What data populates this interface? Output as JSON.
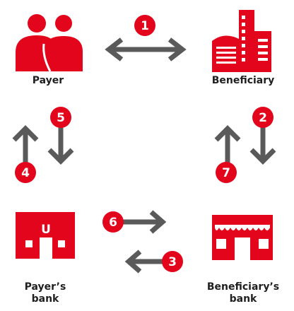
{
  "colors": {
    "brand_red": "#e3051b",
    "arrow_gray": "#5a5a5a",
    "label_text": "#1f1f1f"
  },
  "nodes": {
    "payer": {
      "label": "Payer",
      "icon": "people-icon"
    },
    "beneficiary": {
      "label": "Beneficiary",
      "icon": "buildings-icon"
    },
    "payers_bank": {
      "line1": "Payer’s",
      "line2": "bank",
      "icon": "bank-building-icon"
    },
    "beneficiarys_bank": {
      "line1": "Beneficiary’s",
      "line2": "bank",
      "icon": "storefront-icon"
    }
  },
  "steps": [
    {
      "id": "1",
      "flow": "payer ↔ beneficiary"
    },
    {
      "id": "2",
      "flow": "beneficiary → beneficiary's bank"
    },
    {
      "id": "3",
      "flow": "beneficiary's bank → payer's bank"
    },
    {
      "id": "4",
      "flow": "payer's bank → payer"
    },
    {
      "id": "5",
      "flow": "payer → payer's bank"
    },
    {
      "id": "6",
      "flow": "payer's bank → beneficiary's bank"
    },
    {
      "id": "7",
      "flow": "beneficiary's bank → beneficiary"
    }
  ],
  "bank_logo_letter": "U"
}
